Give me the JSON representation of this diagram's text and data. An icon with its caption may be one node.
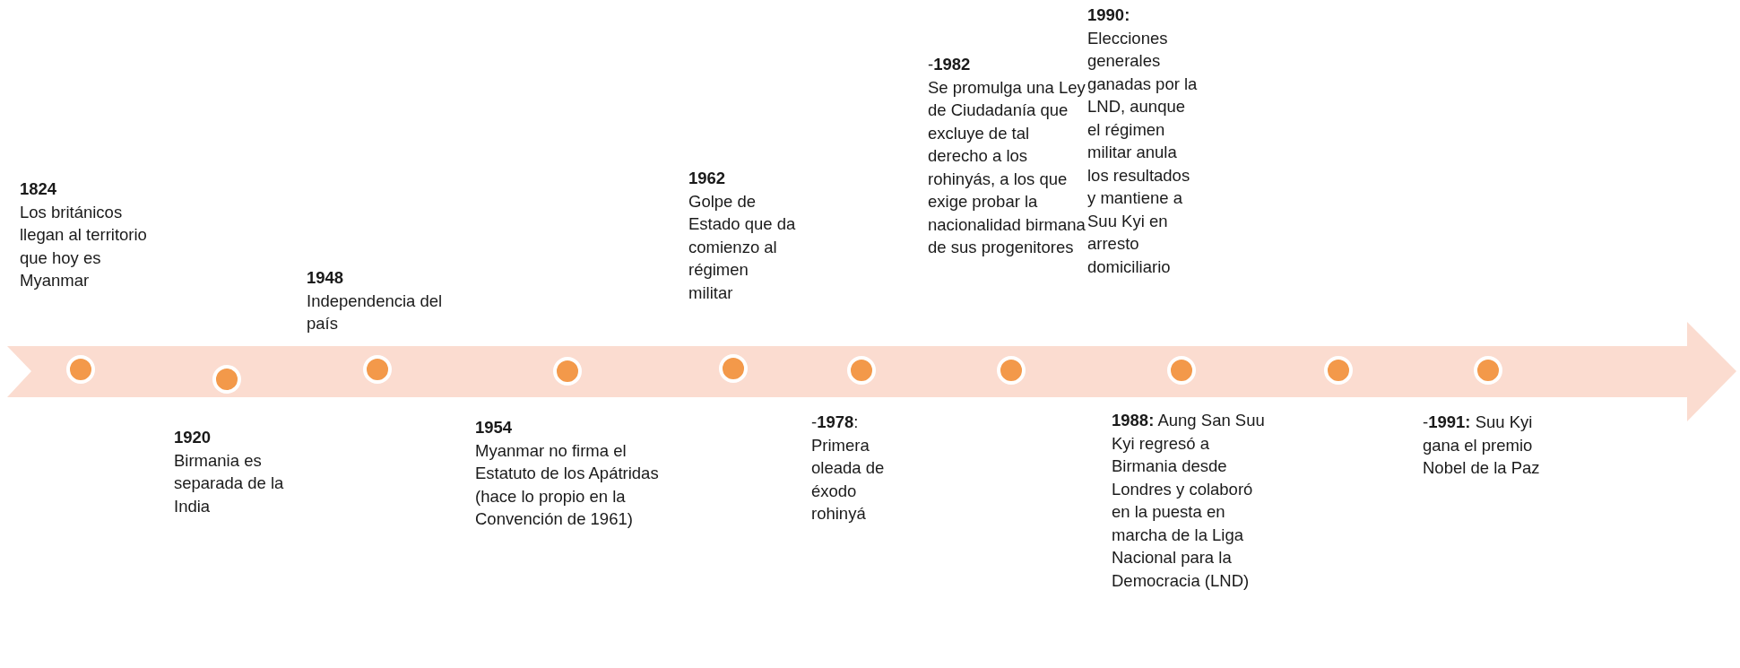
{
  "diagram": {
    "nodes": [
      {
        "text": [
          "1824",
          "Los británicos llegan al territorio que hoy es Myanmar"
        ]
      },
      {
        "text": [
          "1920",
          "Birmania es separada de la India"
        ]
      },
      {
        "text": [
          "1948",
          "Independencia del país"
        ]
      },
      {
        "text": [
          "1954",
          "Myanmar no firma el Estatuto de los Apátridas (hace lo propio en la Convención de 1961)"
        ]
      },
      {
        "text": [
          "1962",
          "Golpe de Estado que da comienzo al régimen militar"
        ]
      },
      {
        "text": [
          "-**1978**:",
          "Primera oleada de éxodo rohinyá"
        ]
      },
      {
        "text": [
          "-**1982**",
          "Se promulga una Ley de Ciudadanía que excluye de tal derecho a los rohinyás, a los que exige probar la nacionalidad birmana de sus progenitores"
        ]
      },
      {
        "text": [
          "**1988:** Aung San Suu Kyi regresó a Birmania desde Londres y colaboró en la puesta en marcha de la Liga Nacional para la Democracia (LND)"
        ]
      },
      {
        "text": [
          "1990:",
          "Elecciones generales ganadas por la LND, aunque el régimen militar anula los resultados y mantiene a Suu Kyi en arresto domiciliario"
        ]
      },
      {
        "text": [
          "-**1991:** Suu Kyi gana el premio Nobel de la Paz"
        ]
      }
    ]
  }
}
